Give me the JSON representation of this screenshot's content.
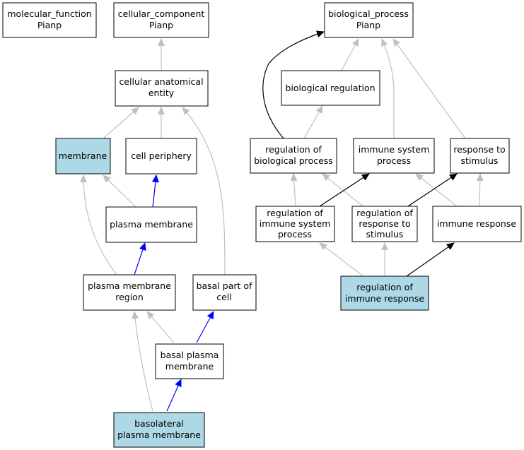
{
  "colors": {
    "highlight_fill": "#add8e6",
    "normal_fill": "#ffffff",
    "is_a_edge": "#c0c0c0",
    "part_of_edge": "#0000ff",
    "regulates_edge": "#000000"
  },
  "nodes": {
    "molecular_function": {
      "line1": "molecular_function",
      "line2": "Pianp"
    },
    "cellular_component": {
      "line1": "cellular_component",
      "line2": "Pianp"
    },
    "biological_process": {
      "line1": "biological_process",
      "line2": "Pianp"
    },
    "cellular_anatomical_entity": {
      "line1": "cellular anatomical",
      "line2": "entity"
    },
    "biological_regulation": {
      "line1": "biological regulation"
    },
    "membrane": {
      "line1": "membrane"
    },
    "cell_periphery": {
      "line1": "cell periphery"
    },
    "regulation_of_biological_process": {
      "line1": "regulation of",
      "line2": "biological process"
    },
    "immune_system_process": {
      "line1": "immune system",
      "line2": "process"
    },
    "response_to_stimulus": {
      "line1": "response to",
      "line2": "stimulus"
    },
    "plasma_membrane": {
      "line1": "plasma membrane"
    },
    "regulation_of_immune_system_process": {
      "line1": "regulation of",
      "line2": "immune system",
      "line3": "process"
    },
    "regulation_of_response_to_stimulus": {
      "line1": "regulation of",
      "line2": "response to",
      "line3": "stimulus"
    },
    "immune_response": {
      "line1": "immune response"
    },
    "plasma_membrane_region": {
      "line1": "plasma membrane",
      "line2": "region"
    },
    "basal_part_of_cell": {
      "line1": "basal part of",
      "line2": "cell"
    },
    "regulation_of_immune_response": {
      "line1": "regulation of",
      "line2": "immune response"
    },
    "basal_plasma_membrane": {
      "line1": "basal plasma",
      "line2": "membrane"
    },
    "basolateral_plasma_membrane": {
      "line1": "basolateral",
      "line2": "plasma membrane"
    }
  }
}
